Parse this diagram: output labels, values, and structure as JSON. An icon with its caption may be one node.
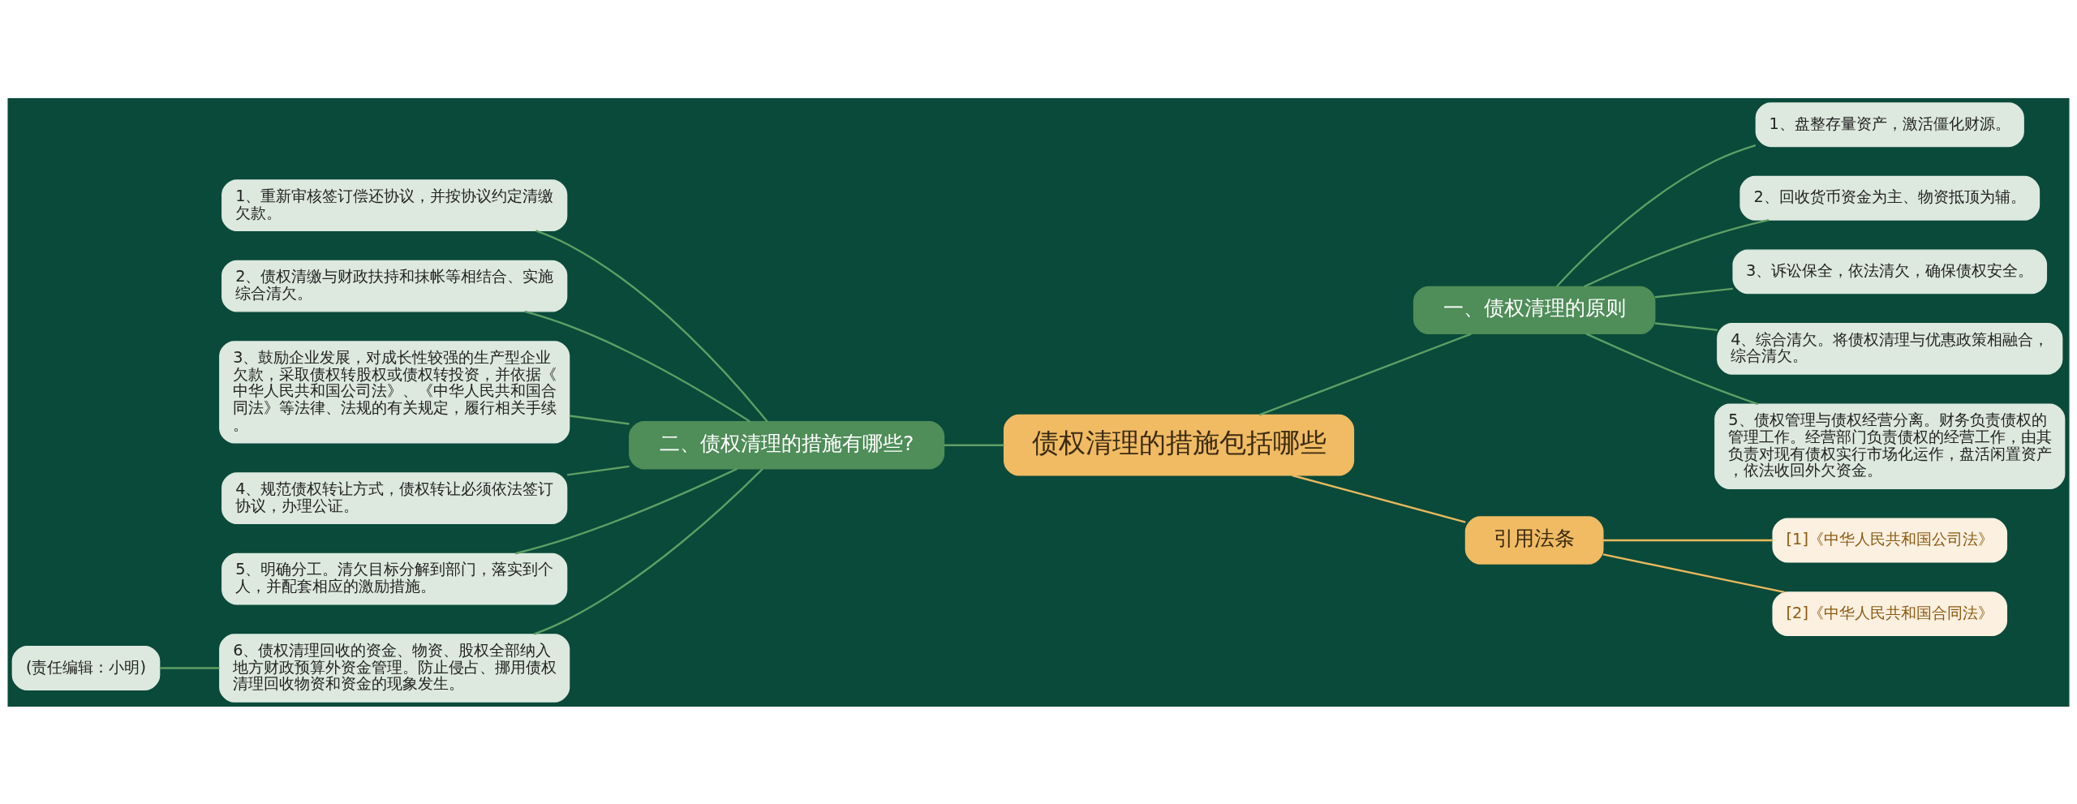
{
  "diagram": {
    "nodes": [
      {
        "text": [
          "债权清理的措施包括哪些"
        ]
      },
      {
        "text": [
          "一、债权清理的原则"
        ]
      },
      {
        "text": [
          "1、盘整存量资产，激活僵化财源。"
        ]
      },
      {
        "text": [
          "2、回收货币资金为主、物资抵顶为辅。"
        ]
      },
      {
        "text": [
          "3、诉讼保全，依法清欠，确保债权安全。"
        ]
      },
      {
        "text": [
          "4、综合清欠。将债权清理与优惠政策相融合，综合清欠。"
        ]
      },
      {
        "text": [
          "5、债权管理与债权经营分离。财务负责债权的管理工作。经营部门负责债权的经营工作，由其负责对现有债权实行市场化运作，盘活闲置资产，依法收回外欠资金。"
        ]
      },
      {
        "text": [
          "引用法条"
        ]
      },
      {
        "text": [
          "[1]《中华人民共和国公司法》"
        ]
      },
      {
        "text": [
          "[2]《中华人民共和国合同法》"
        ]
      },
      {
        "text": [
          "二、债权清理的措施有哪些?"
        ]
      },
      {
        "text": [
          "1、重新审核签订偿还协议，并按协议约定清缴欠款。"
        ]
      },
      {
        "text": [
          "2、债权清缴与财政扶持和抹帐等相结合、实施综合清欠。"
        ]
      },
      {
        "text": [
          "3、鼓励企业发展，对成长性较强的生产型企业欠款，采取债权转股权或债权转投资，并依据《中华人民共和国公司法》、《中华人民共和国合同法》等法律、法规的有关规定，履行相关手续。"
        ]
      },
      {
        "text": [
          "4、规范债权转让方式，债权转让必须依法签订协议，办理公证。"
        ]
      },
      {
        "text": [
          "5、明确分工。清欠目标分解到部门，落实到个人，并配套相应的激励措施。"
        ]
      },
      {
        "text": [
          "6、债权清理回收的资金、物资、股权全部纳入地方财政预算外资金管理。防止侵占、挪用债权清理回收物资和资金的现象发生。"
        ]
      },
      {
        "text": [
          "(责任编辑：小明)"
        ]
      }
    ],
    "edges": [
      {
        "from": 17,
        "to": 16,
        "arrow": "none"
      },
      {
        "from": 11,
        "to": 10,
        "arrow": "none"
      },
      {
        "from": 12,
        "to": 10,
        "arrow": "none"
      },
      {
        "from": 13,
        "to": 10,
        "arrow": "none"
      },
      {
        "from": 14,
        "to": 10,
        "arrow": "none"
      },
      {
        "from": 15,
        "to": 10,
        "arrow": "none"
      },
      {
        "from": 16,
        "to": 10,
        "arrow": "none"
      },
      {
        "from": 10,
        "to": 0,
        "arrow": "none"
      },
      {
        "from": 0,
        "to": 1,
        "arrow": "none"
      },
      {
        "from": 1,
        "to": 2,
        "arrow": "none"
      },
      {
        "from": 1,
        "to": 3,
        "arrow": "none"
      },
      {
        "from": 1,
        "to": 4,
        "arrow": "none"
      },
      {
        "from": 1,
        "to": 5,
        "arrow": "none"
      },
      {
        "from": 1,
        "to": 6,
        "arrow": "none"
      },
      {
        "from": 0,
        "to": 7,
        "arrow": "none",
        "color": "#e9b95e"
      },
      {
        "from": 7,
        "to": 8,
        "arrow": "none",
        "color": "#e9b95e"
      },
      {
        "from": 7,
        "to": 9,
        "arrow": "none",
        "color": "#e9b95e"
      }
    ]
  }
}
